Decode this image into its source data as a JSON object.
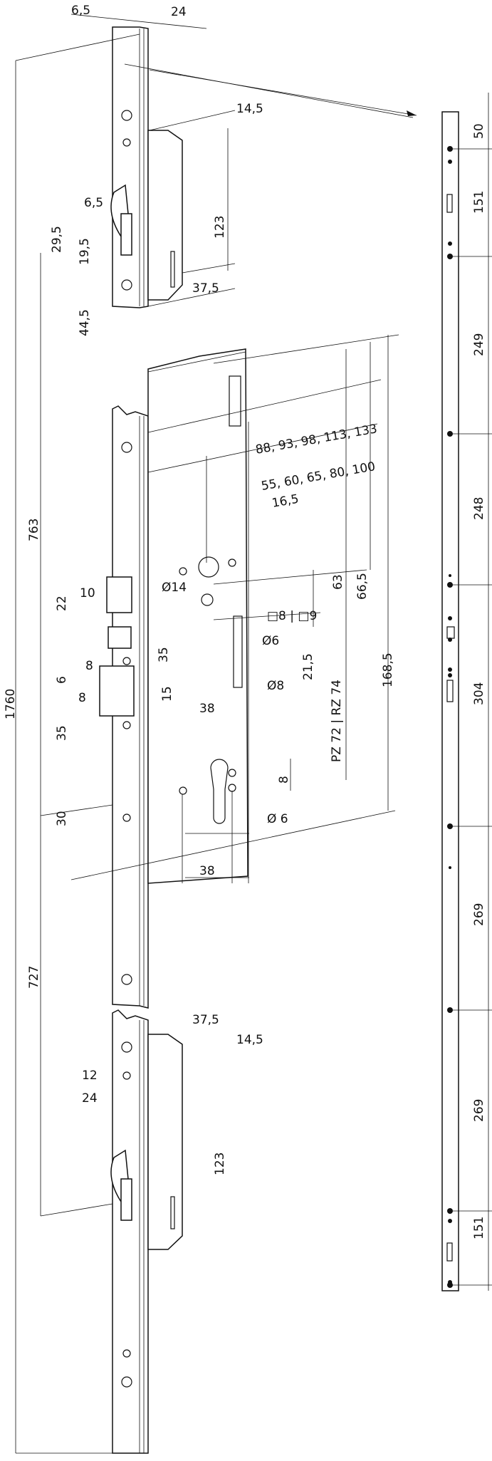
{
  "drawing": {
    "top_dims": {
      "plate_offset": "6,5",
      "plate_width": "24",
      "gear_offset": "14,5",
      "gear_height": "123",
      "hook_offset": "6,5",
      "hook_29": "29,5",
      "hook_19": "19,5",
      "hook_44": "44,5",
      "gear_backset": "37,5"
    },
    "overall": {
      "total_length": "1760",
      "upper_to_center": "763",
      "center_to_lower": "727"
    },
    "main_dims": {
      "backset_outer": "88, 93, 98, 113, 133",
      "backset": "55, 60, 65, 80, 100",
      "case_offset": "16,5",
      "dia14": "Ø14",
      "latch_10": "10",
      "latch_22": "22",
      "dim_63": "63",
      "dim_66": "66,5",
      "spindle": "□8 | □9",
      "dia6_upper": "Ø6",
      "dim_21": "21,5",
      "dim_35a": "35",
      "dim_8a": "8",
      "dim_6": "6",
      "dim_15": "15",
      "dia8": "Ø8",
      "dim_8b": "8",
      "pz": "PZ 72 | RZ 74",
      "dim_168": "168,5",
      "dim_38a": "38",
      "dim_35b": "35",
      "dim_8c": "8",
      "dim_30": "30",
      "dia6_lower": "Ø 6",
      "dim_38b": "38"
    },
    "bottom_dims": {
      "gear_backset": "37,5",
      "gear_offset": "14,5",
      "hook_12": "12",
      "hook_24": "24",
      "gear_height": "123"
    },
    "strip_dims": [
      "50",
      "151",
      "249",
      "248",
      "304",
      "269",
      "269",
      "151"
    ]
  }
}
